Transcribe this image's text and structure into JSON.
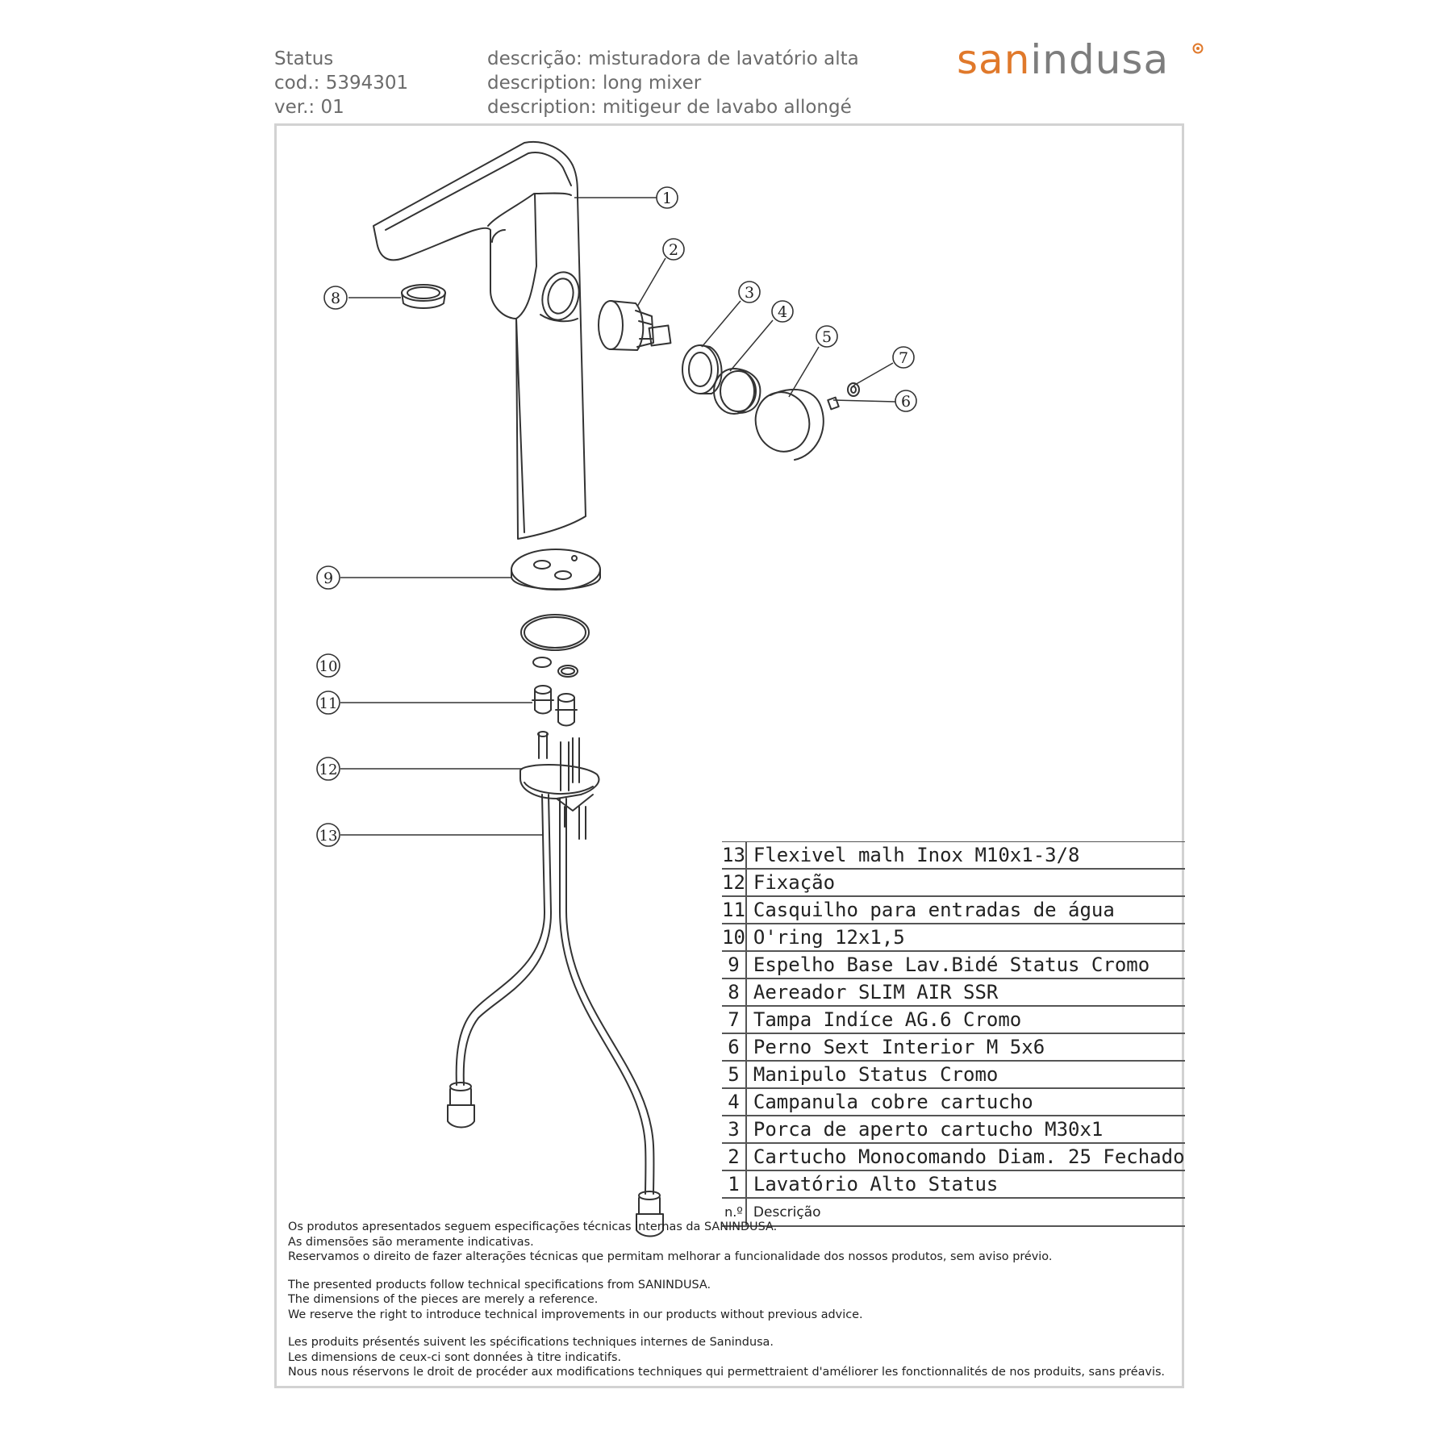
{
  "header": {
    "lines_left": [
      "Status",
      "cod.: 5394301",
      "ver.: 01"
    ],
    "lines_mid": [
      "descrição: misturadora de lavatório alta",
      "description: long mixer",
      "description: mitigeur de lavabo allongé"
    ],
    "logo": {
      "part1": "san",
      "part2": "indusa"
    }
  },
  "colors": {
    "brand_orange": "#e0792b",
    "brand_grey": "#7d7d7d",
    "frame": "#d2d2d2",
    "line": "#333333"
  },
  "callouts": [
    "1",
    "2",
    "3",
    "4",
    "5",
    "6",
    "7",
    "8",
    "9",
    "10",
    "11",
    "12",
    "13"
  ],
  "parts": [
    {
      "num": "13",
      "desc": "Flexivel malh Inox M10x1-3/8"
    },
    {
      "num": "12",
      "desc": "Fixação"
    },
    {
      "num": "11",
      "desc": "Casquilho para entradas de água"
    },
    {
      "num": "10",
      "desc": "O'ring 12x1,5"
    },
    {
      "num": "9",
      "desc": "Espelho Base Lav.Bidé Status Cromo"
    },
    {
      "num": "8",
      "desc": "Aereador SLIM AIR SSR"
    },
    {
      "num": "7",
      "desc": "Tampa Indíce AG.6 Cromo"
    },
    {
      "num": "6",
      "desc": "Perno Sext Interior M 5x6"
    },
    {
      "num": "5",
      "desc": "Manipulo Status Cromo"
    },
    {
      "num": "4",
      "desc": "Campanula cobre cartucho"
    },
    {
      "num": "3",
      "desc": "Porca de aperto cartucho M30x1"
    },
    {
      "num": "2",
      "desc": "Cartucho Monocomando Diam. 25 Fechado"
    },
    {
      "num": "1",
      "desc": "Lavatório Alto Status"
    }
  ],
  "table_head": {
    "num": "n.º",
    "desc": "Descrição"
  },
  "notes": {
    "pt": [
      "Os produtos apresentados seguem especificações técnicas internas da SANINDUSA.",
      "As dimensões são meramente indicativas.",
      "Reservamos o direito de fazer alterações técnicas que permitam melhorar a funcionalidade dos nossos produtos, sem aviso prévio."
    ],
    "en": [
      "The presented products follow technical specifications from SANINDUSA.",
      "The dimensions of the pieces are merely a reference.",
      "We reserve the right to introduce technical improvements in our products without previous advice."
    ],
    "fr": [
      "Les produits présentés suivent les spécifications techniques internes de Sanindusa.",
      "Les dimensions de ceux-ci sont données à titre indicatifs.",
      "Nous nous réservons le droit de procéder aux modifications techniques qui permettraient d'améliorer les fonctionnalités de nos produits, sans préavis."
    ]
  }
}
